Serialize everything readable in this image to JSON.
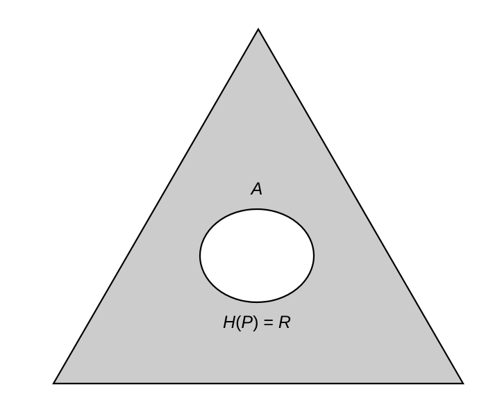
{
  "diagram": {
    "top_label": "A",
    "bottom_label_parts": {
      "h": "H",
      "open": "(",
      "p": "P",
      "close": ")",
      "equals": " = ",
      "r": "R"
    }
  },
  "colors": {
    "triangle_fill": "#cccccc",
    "stroke": "#000000",
    "hole_fill": "#ffffff",
    "background": "#ffffff"
  }
}
